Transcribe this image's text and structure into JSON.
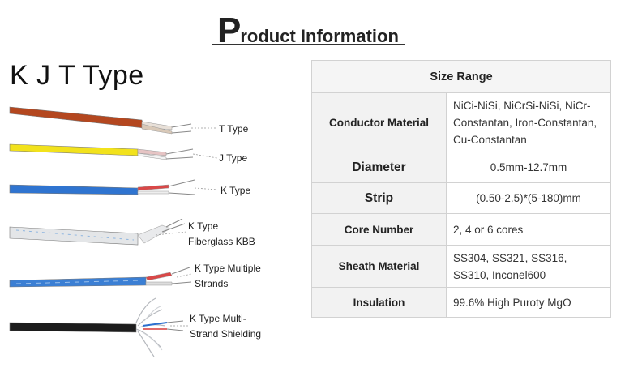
{
  "header": {
    "title_initial": "P",
    "title_rest": "roduct Information"
  },
  "left": {
    "title": "K J T Type",
    "wires": [
      {
        "line1": "T Type",
        "line2": "",
        "jacket": "#b4471f"
      },
      {
        "line1": "J Type",
        "line2": "",
        "jacket": "#f2e21c"
      },
      {
        "line1": "K Type",
        "line2": "",
        "jacket": "#2f74d0"
      },
      {
        "line1": "K Type",
        "line2": "Fiberglass KBB",
        "jacket": "#e4e6e8"
      },
      {
        "line1": "K Type Multiple",
        "line2": "Strands",
        "jacket": "#3b7fd4"
      },
      {
        "line1": "K Type Multi-",
        "line2": "Strand Shielding",
        "jacket": "#1c1c1c"
      }
    ]
  },
  "table": {
    "header": "Size Range",
    "rows": [
      {
        "key": "Conductor Material",
        "value": "NiCi-NiSi, NiCrSi-NiSi, NiCr-Constantan, Iron-Constantan, Cu-Constantan"
      },
      {
        "key": "Diameter",
        "value": "0.5mm-12.7mm"
      },
      {
        "key": "Strip",
        "value": "(0.50-2.5)*(5-180)mm"
      },
      {
        "key": "Core Number",
        "value": "2, 4 or 6 cores"
      },
      {
        "key": "Sheath Material",
        "value": "SS304, SS321, SS316, SS310, Inconel600"
      },
      {
        "key": "Insulation",
        "value": "99.6% High Puroty MgO"
      }
    ]
  }
}
